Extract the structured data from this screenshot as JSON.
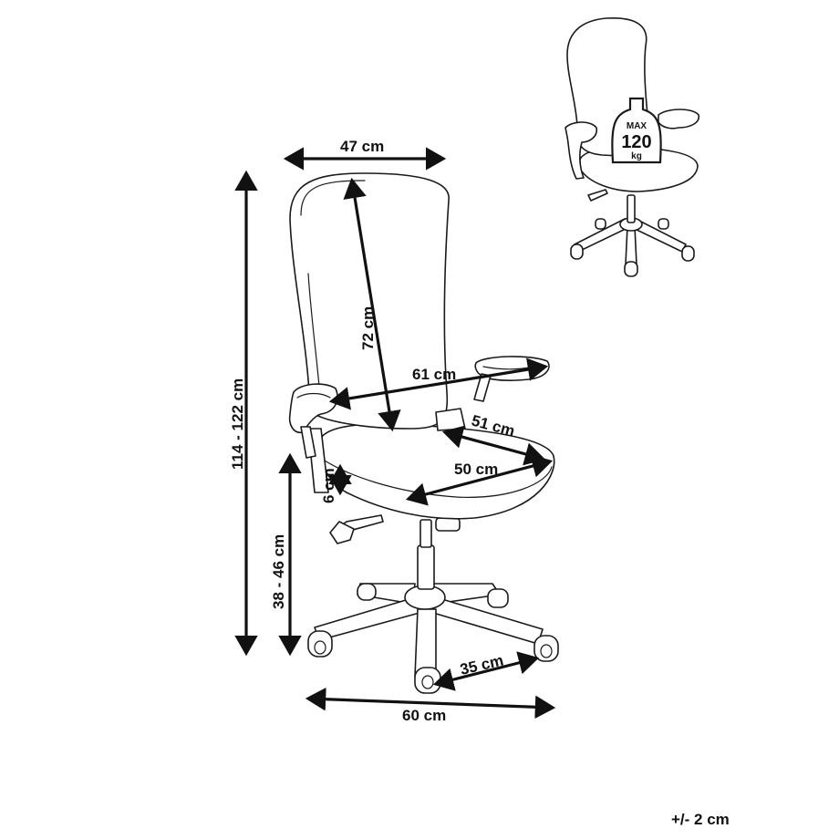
{
  "dimensions": {
    "back_width": "47 cm",
    "total_height": "114 - 122 cm",
    "back_height": "72 cm",
    "armrest_width": "61 cm",
    "seat_depth": "51 cm",
    "seat_width": "50 cm",
    "seat_thickness": "6 cm",
    "seat_height": "38 - 46 cm",
    "wheel_span": "35 cm",
    "base_width": "60 cm"
  },
  "badge": {
    "line1": "MAX",
    "line2": "120",
    "line3": "kg"
  },
  "tolerance": "+/- 2 cm"
}
